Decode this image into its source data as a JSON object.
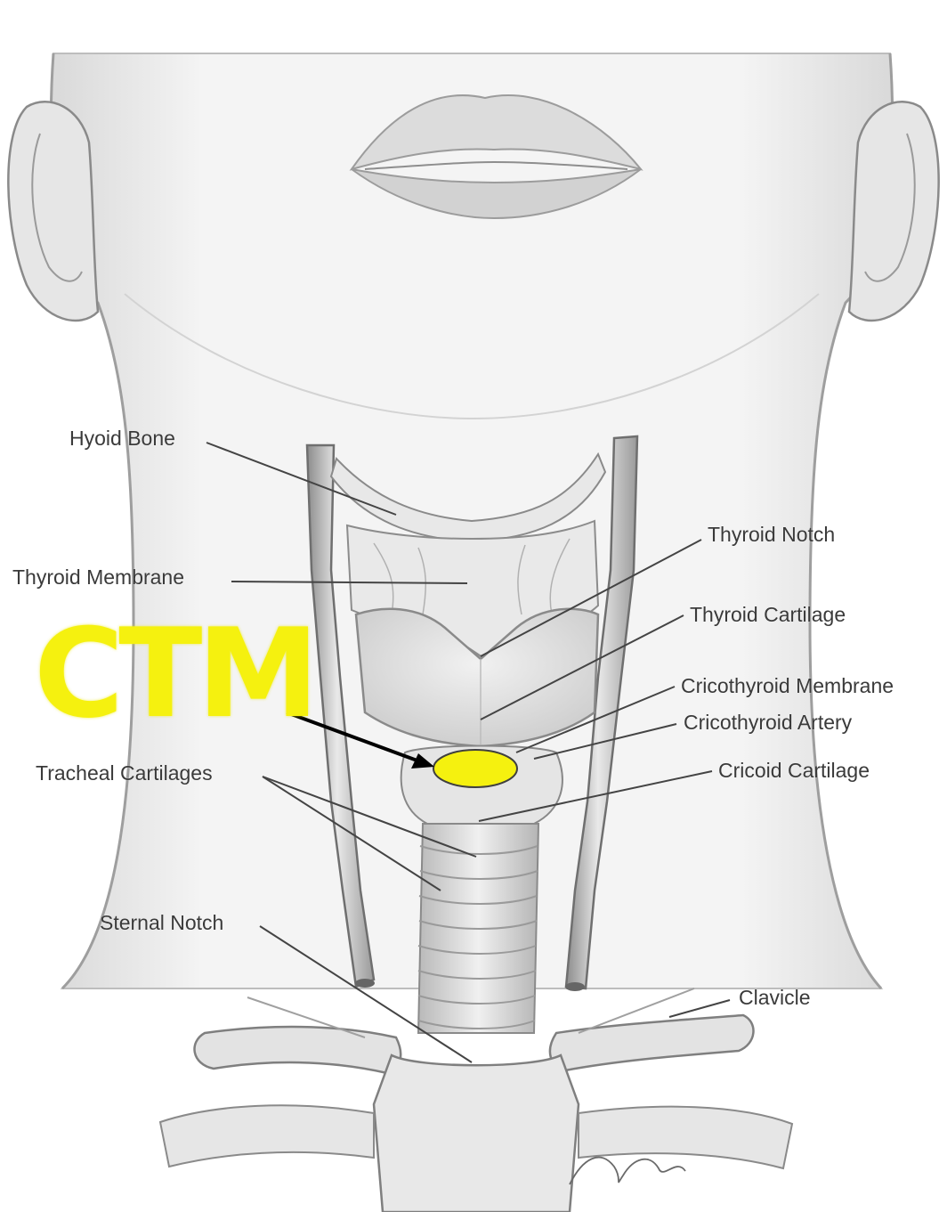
{
  "title": "CTM",
  "labels": {
    "hyoid_bone": "Hyoid Bone",
    "thyroid_membrane": "Thyroid Membrane",
    "thyroid_notch": "Thyroid Notch",
    "thyroid_cartilage": "Thyroid Cartilage",
    "cricothyroid_membrane": "Cricothyroid Membrane",
    "cricothyroid_artery": "Cricothyroid Artery",
    "cricoid_cartilage": "Cricoid Cartilage",
    "tracheal_cartilages": "Tracheal Cartilages",
    "sternal_notch": "Sternal Notch",
    "clavicle": "Clavicle"
  },
  "colors": {
    "highlight": "#f5f10f",
    "label_text": "#3a3a3a",
    "leader_line": "#444444",
    "sketch": "#9a9a9a"
  }
}
